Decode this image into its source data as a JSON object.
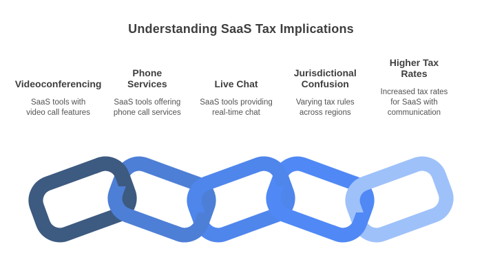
{
  "title": "Understanding SaaS Tax Implications",
  "columns": [
    {
      "heading": "Videoconferencing",
      "description": "SaaS tools with\nvideo call features"
    },
    {
      "heading": "Phone\nServices",
      "description": "SaaS tools offering\nphone call services"
    },
    {
      "heading": "Live Chat",
      "description": "SaaS tools providing\nreal-time chat"
    },
    {
      "heading": "Jurisdictional\nConfusion",
      "description": "Varying tax rules\nacross regions"
    },
    {
      "heading": "Higher Tax\nRates",
      "description": "Increased tax rates\nfor SaaS with\ncommunication"
    }
  ],
  "chain": {
    "links": [
      {
        "name": "chain-link-videoconferencing",
        "color": "#3D5A80"
      },
      {
        "name": "chain-link-phone-services",
        "color": "#4E7FD6"
      },
      {
        "name": "chain-link-live-chat",
        "color": "#4F86EC"
      },
      {
        "name": "chain-link-jurisdictional-confusion",
        "color": "#5089F5"
      },
      {
        "name": "chain-link-higher-tax-rates",
        "color": "#9EC1FA"
      }
    ]
  },
  "colors": {
    "title": "#3E3E3E",
    "heading": "#3E3E3E",
    "description": "#525252",
    "background": "#FFFFFF"
  }
}
